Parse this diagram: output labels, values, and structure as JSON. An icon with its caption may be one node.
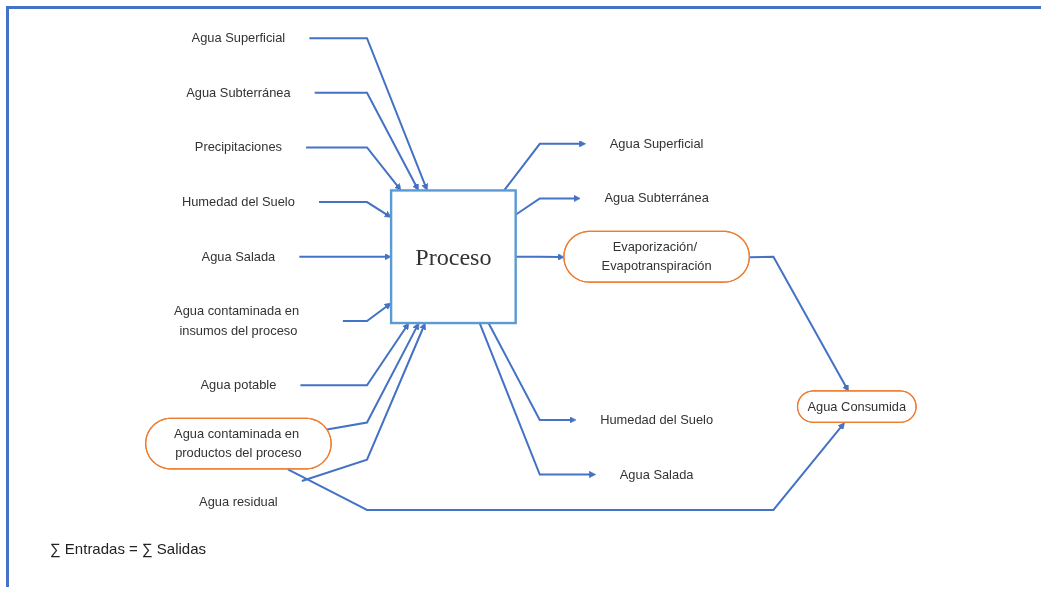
{
  "diagram": {
    "nodes": [
      {
        "text": [
          "Proceso"
        ]
      },
      {
        "text": [
          "Agua Superficial"
        ]
      },
      {
        "text": [
          "Agua Subterránea"
        ]
      },
      {
        "text": [
          "Precipitaciones"
        ]
      },
      {
        "text": [
          "Humedad del Suelo"
        ]
      },
      {
        "text": [
          "Agua Salada"
        ]
      },
      {
        "text": [
          "Agua contaminada en insumos del proceso"
        ]
      },
      {
        "text": [
          "Agua potable"
        ]
      },
      {
        "text": [
          "Agua Superficial"
        ]
      },
      {
        "text": [
          "Agua Subterránea"
        ]
      },
      {
        "text": [
          "Evaporización/ Evapotranspiración"
        ]
      },
      {
        "text": [
          "Humedad del Suelo"
        ]
      },
      {
        "text": [
          "Agua Salada"
        ]
      },
      {
        "text": [
          "Agua contaminada en productos del proceso"
        ]
      },
      {
        "text": [
          "Agua residual"
        ]
      },
      {
        "text": [
          "Agua Consumida"
        ]
      }
    ],
    "edges": [
      {
        "from": 1,
        "to": 0,
        "arrow": "to"
      },
      {
        "from": 2,
        "to": 0,
        "arrow": "to"
      },
      {
        "from": 3,
        "to": 0,
        "arrow": "to"
      },
      {
        "from": 4,
        "to": 0,
        "arrow": "to"
      },
      {
        "from": 5,
        "to": 0,
        "arrow": "to"
      },
      {
        "from": 6,
        "to": 0,
        "arrow": "to"
      },
      {
        "from": 7,
        "to": 0,
        "arrow": "to"
      },
      {
        "from": 0,
        "to": 8,
        "arrow": "to"
      },
      {
        "from": 0,
        "to": 9,
        "arrow": "to"
      },
      {
        "from": 0,
        "to": 10,
        "arrow": "to"
      },
      {
        "from": 0,
        "to": 11,
        "arrow": "to"
      },
      {
        "from": 0,
        "to": 12,
        "arrow": "to"
      },
      {
        "from": 13,
        "to": 0,
        "arrow": "to"
      },
      {
        "from": 14,
        "to": 0,
        "arrow": "to"
      },
      {
        "from": 10,
        "to": 15,
        "arrow": "to"
      },
      {
        "from": 13,
        "to": 15,
        "arrow": "to"
      }
    ],
    "labels": [
      "∑ Entradas = ∑ Salidas"
    ]
  }
}
